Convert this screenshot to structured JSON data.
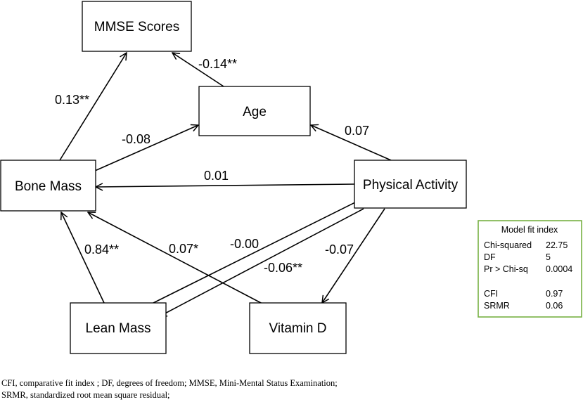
{
  "nodes": {
    "mmse": "MMSE Scores",
    "age": "Age",
    "bone": "Bone Mass",
    "activity": "Physical Activity",
    "lean": "Lean Mass",
    "vitd": "Vitamin D"
  },
  "edges": {
    "bone_to_mmse": "0.13**",
    "age_to_mmse": "-0.14**",
    "bone_to_age": "-0.08",
    "activity_to_age": "0.07",
    "activity_to_bone": "0.01",
    "lean_to_bone": "0.84**",
    "vitd_to_bone": "0.07*",
    "lean_to_activity": "-0.00",
    "activity_to_lean": "-0.06**",
    "activity_to_vitd": "-0.07"
  },
  "fit_index": {
    "title": "Model fit index",
    "rows": [
      {
        "label": "Chi-squared",
        "value": "22.75"
      },
      {
        "label": "DF",
        "value": "5"
      },
      {
        "label": "Pr > Chi-sq",
        "value": "0.0004"
      },
      {
        "label": "CFI",
        "value": "0.97"
      },
      {
        "label": "SRMR",
        "value": "0.06"
      }
    ]
  },
  "footnote": {
    "line1": "CFI, comparative fit index ; DF, degrees of freedom; MMSE, Mini-Mental Status Examination;",
    "line2": "SRMR, standardized root mean square residual;"
  },
  "colors": {
    "fit_border": "#77b143",
    "lines": "#000000"
  }
}
